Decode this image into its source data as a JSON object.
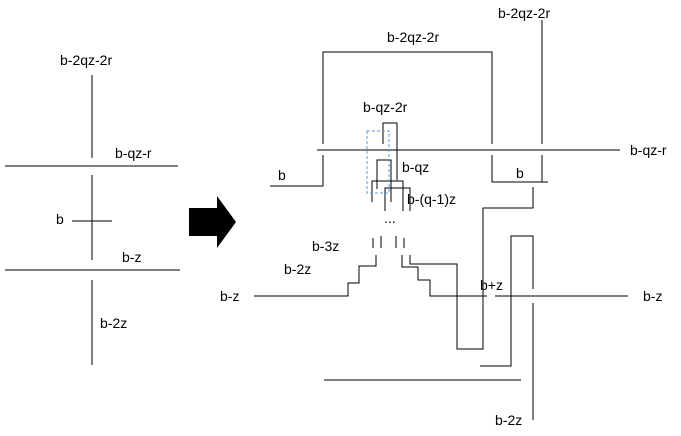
{
  "left_diagram": {
    "top_label": "b-2qz-2r",
    "label_bqzr": "b-qz-r",
    "center_label": "b",
    "label_bz": "b-z",
    "bottom_label": "b-2z"
  },
  "right_diagram": {
    "top_right_label": "b-2qz-2r",
    "top_loop_label": "b-2qz-2r",
    "inner_label": "b-qz-2r",
    "right_bqzr_label": "b-qz-r",
    "left_b_label": "b",
    "bqz_label": "b-qz",
    "right_b_label": "b",
    "bq1z_label": "b-(q-1)z",
    "ellipsis": "...",
    "b3z_label": "b-3z",
    "b2z_label": "b-2z",
    "left_bz_label": "b-z",
    "bplusz_label": "b+z",
    "right_bz_label": "b-z",
    "bottom_label": "b-2z"
  },
  "colors": {
    "stroke": "#000000",
    "highlight_dashed": "#5b9bd5"
  },
  "icons": {
    "transition_arrow": "right-arrow-icon"
  }
}
